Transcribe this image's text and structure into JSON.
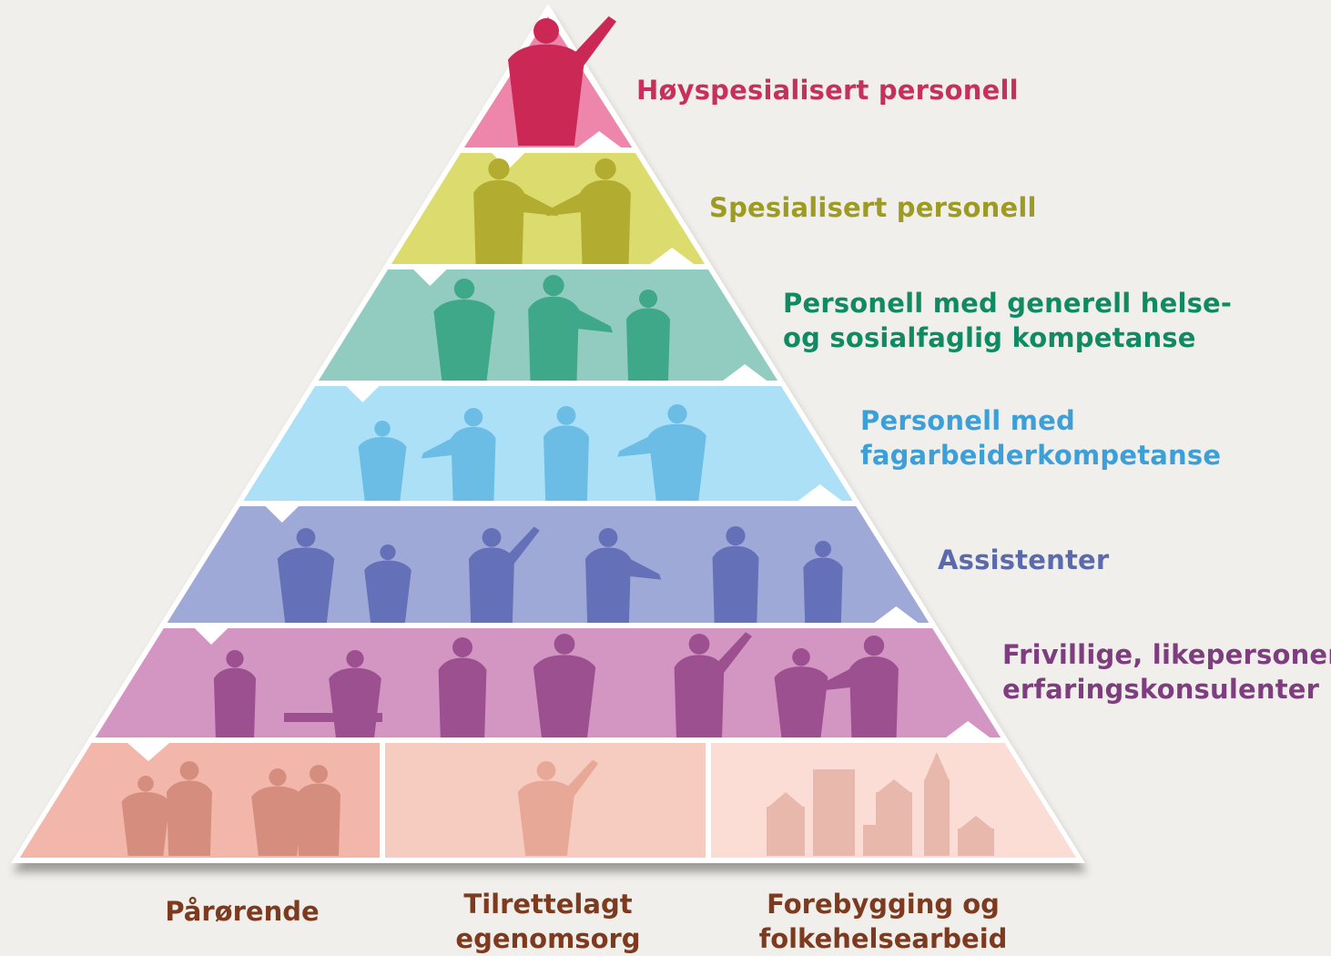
{
  "tiers": [
    {
      "label_lines": [
        "Høyspesialisert personell"
      ],
      "color": "#c8305c",
      "fill": "#ee86ab",
      "figure": "#cc2856"
    },
    {
      "label_lines": [
        "Spesialisert personell"
      ],
      "color": "#9e9b22",
      "fill": "#dcdc6e",
      "figure": "#b2ac30"
    },
    {
      "label_lines": [
        "Personell med generell helse-",
        "og sosialfaglig kompetanse"
      ],
      "color": "#0f8a62",
      "fill": "#92ccc1",
      "figure": "#3ea889"
    },
    {
      "label_lines": [
        "Personell med",
        "fagarbeiderkompetanse"
      ],
      "color": "#3d9fd8",
      "fill": "#ace0f6",
      "figure": "#6bbde6"
    },
    {
      "label_lines": [
        "Assistenter"
      ],
      "color": "#5a6aad",
      "fill": "#9fa9d8",
      "figure": "#6470b8"
    },
    {
      "label_lines": [
        "Frivillige, likepersoner,",
        "erfaringskonsulenter"
      ],
      "color": "#7e3d7e",
      "fill": "#d396c3",
      "figure": "#9c5090"
    }
  ],
  "base": [
    {
      "label_lines": [
        "Pårørende"
      ],
      "fill": "#f2b6aa",
      "figure": "#d58e7d"
    },
    {
      "label_lines": [
        "Tilrettelagt",
        "egenomsorg"
      ],
      "fill": "#f6cbc0",
      "figure": "#e8a898"
    },
    {
      "label_lines": [
        "Forebygging og",
        "folkehelsearbeid"
      ],
      "fill": "#fbddd5",
      "figure": "#e8b8ac"
    }
  ],
  "base_label_color": "#7d3a1f",
  "icons": [
    "raised-hand-person-figure",
    "conversation-figures",
    "standing-people-figures",
    "gesturing-people-figures",
    "assistant-figures",
    "volunteer-figures",
    "caregiver-figures",
    "self-care-figure",
    "city-buildings-icon"
  ]
}
